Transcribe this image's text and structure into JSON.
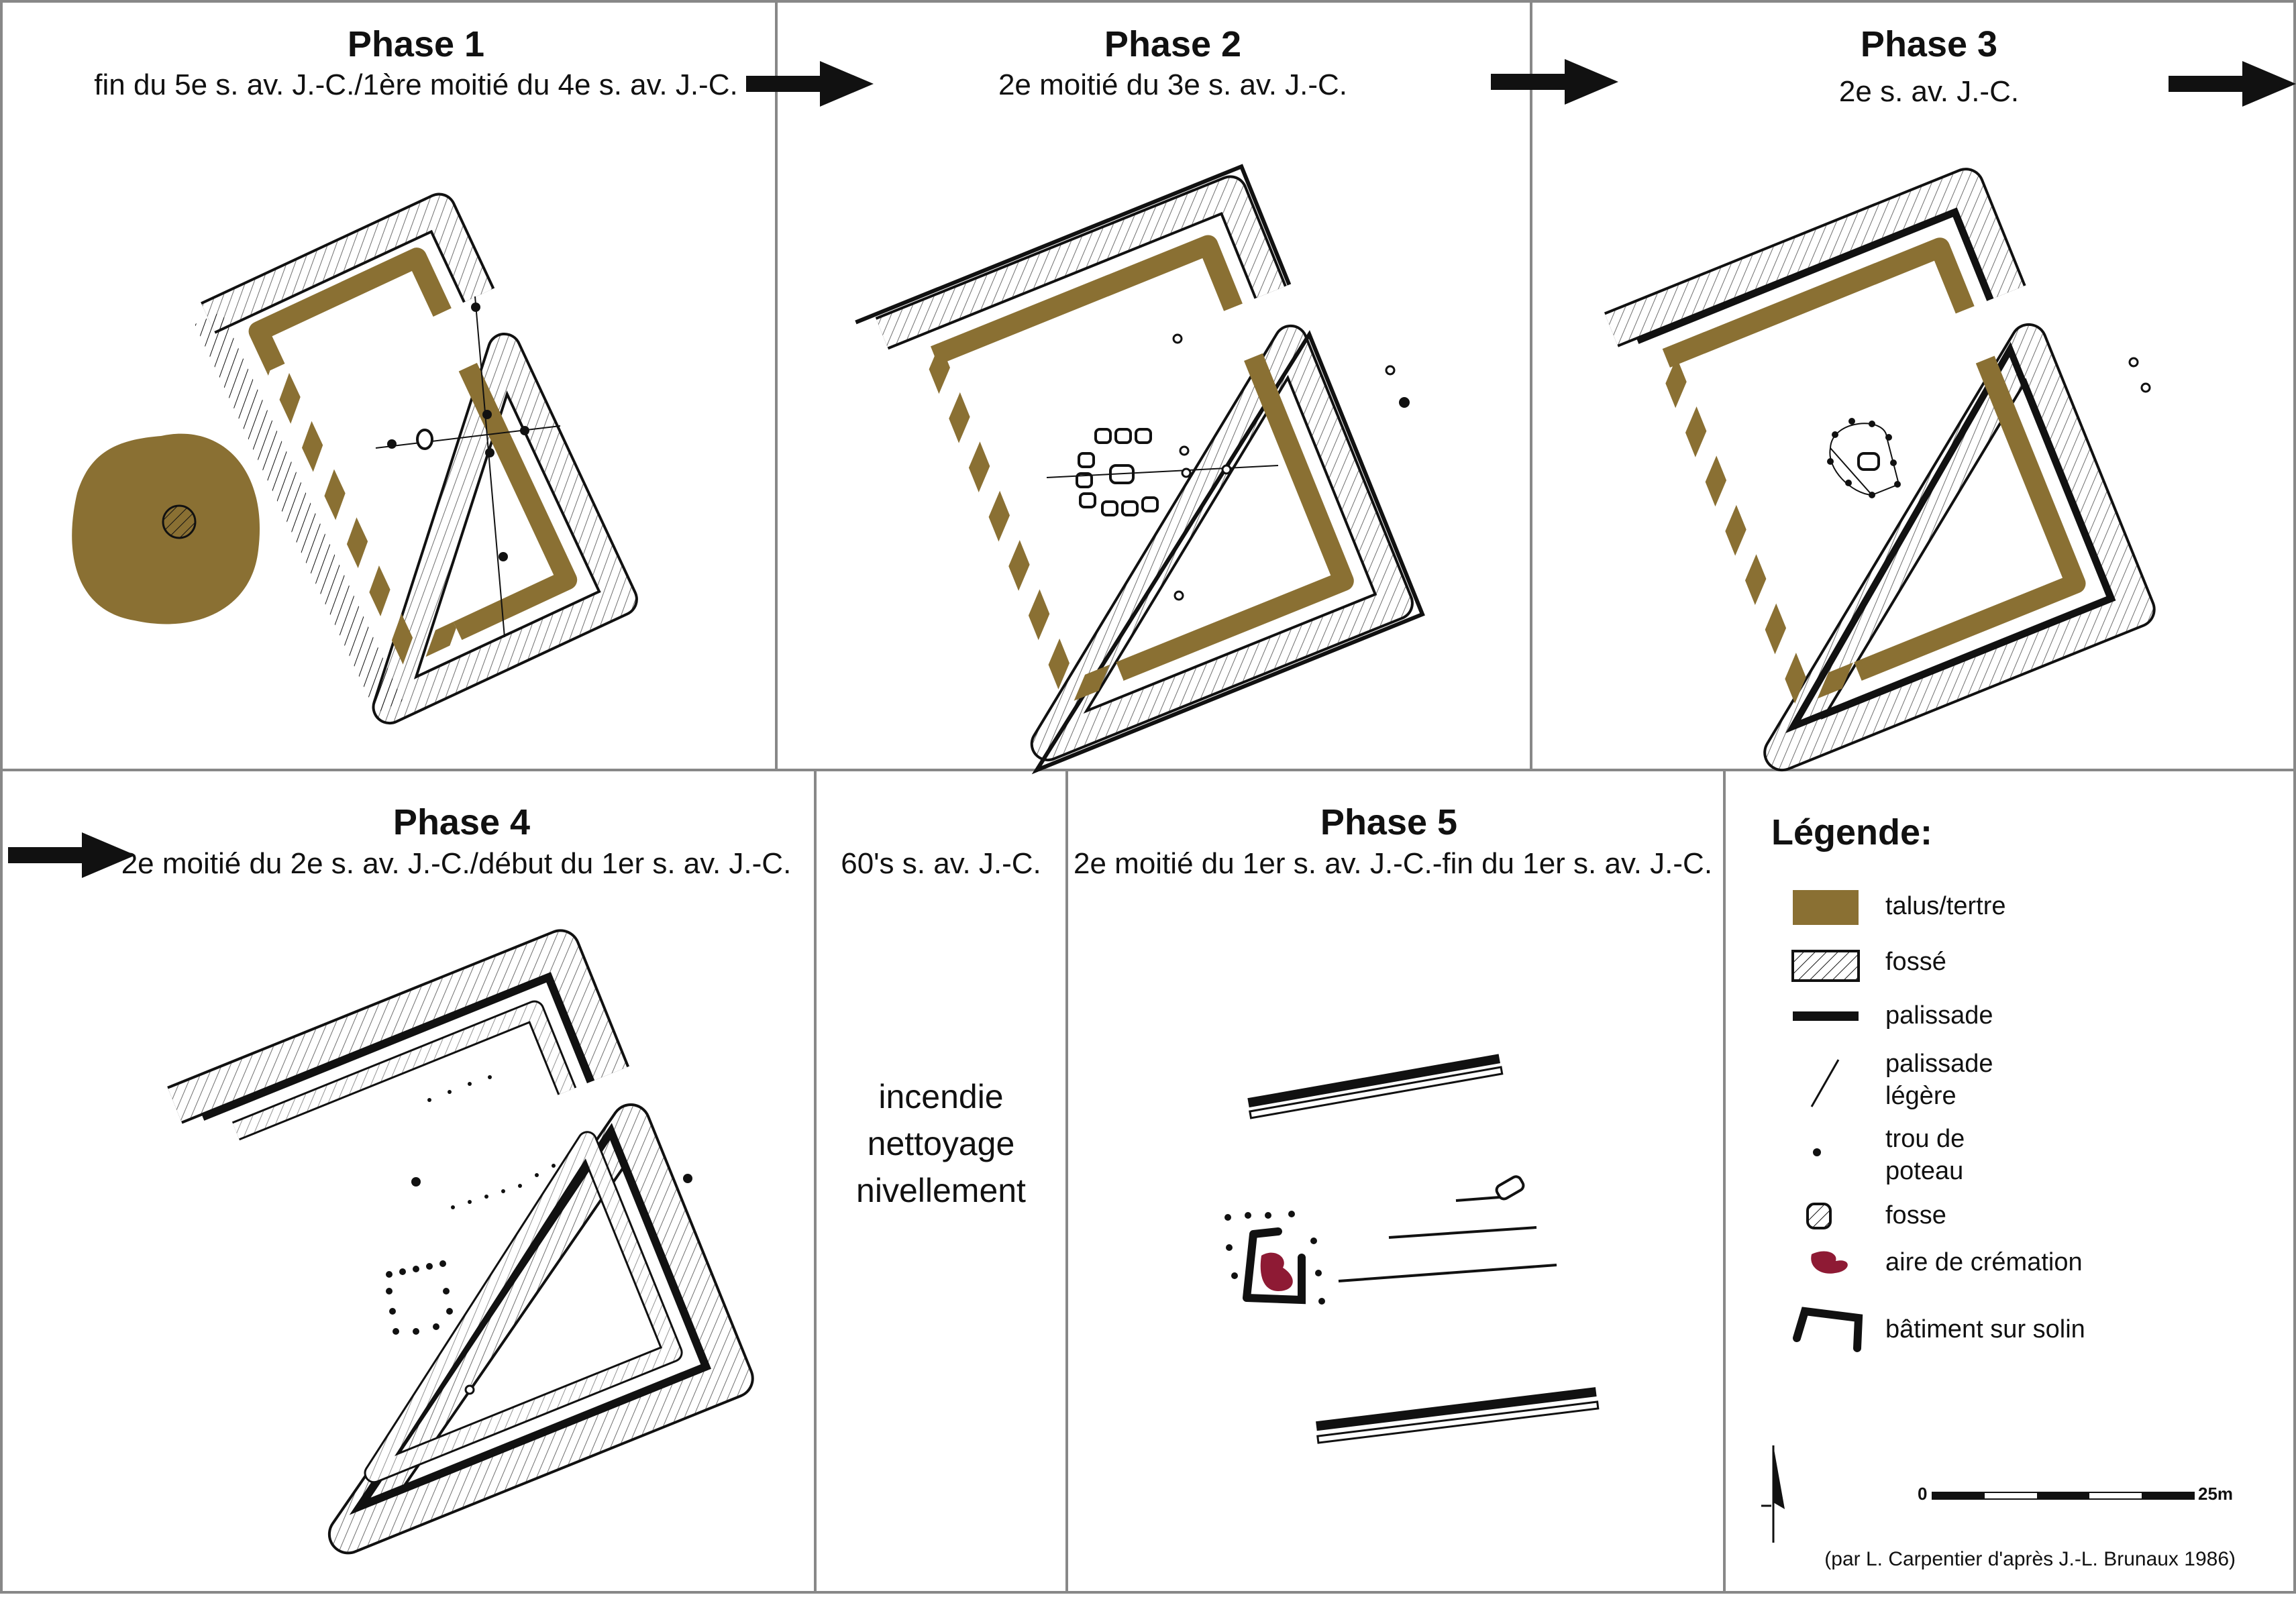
{
  "panels": [
    {
      "title": "Phase 1",
      "date": "fin du 5e s. av. J.-C./1ère moitié du 4e s. av. J.-C."
    },
    {
      "title": "Phase 2",
      "date": "2e moitié du 3e s. av. J.-C."
    },
    {
      "title": "Phase 3",
      "date": "2e s. av. J.-C."
    },
    {
      "title": "Phase 4",
      "date": "2e moitié du 2e s. av. J.-C./début du 1er s. av. J.-C."
    },
    {
      "title": "",
      "date": "60's s. av. J.-C."
    },
    {
      "title": "Phase 5",
      "date": "2e moitié du 1er s. av. J.-C.-fin du 1er s. av. J.-C."
    }
  ],
  "middle_text": [
    "incendie",
    "nettoyage",
    "nivellement"
  ],
  "legend": {
    "heading": "Légende:",
    "items": [
      {
        "label": "talus/tertre",
        "icon": "bank-swatch"
      },
      {
        "label": "fossé",
        "icon": "ditch-swatch"
      },
      {
        "label": "palissade",
        "icon": "palisade-line"
      },
      {
        "label": "palissade légère",
        "icon": "light-palisade-line"
      },
      {
        "label": "trou de poteau",
        "icon": "posthole-dot"
      },
      {
        "label": "fosse",
        "icon": "pit-symbol"
      },
      {
        "label": "aire de crémation",
        "icon": "cremation-symbol"
      },
      {
        "label": "bâtiment sur solin",
        "icon": "building-symbol"
      }
    ]
  },
  "scale": {
    "start": "0",
    "end": "25m"
  },
  "credit": "(par L. Carpentier d'après J.-L. Brunaux 1986)",
  "colors": {
    "bank": "#8a7033",
    "cremation": "#8e1a34",
    "ink": "#111111",
    "frame": "#888888"
  }
}
